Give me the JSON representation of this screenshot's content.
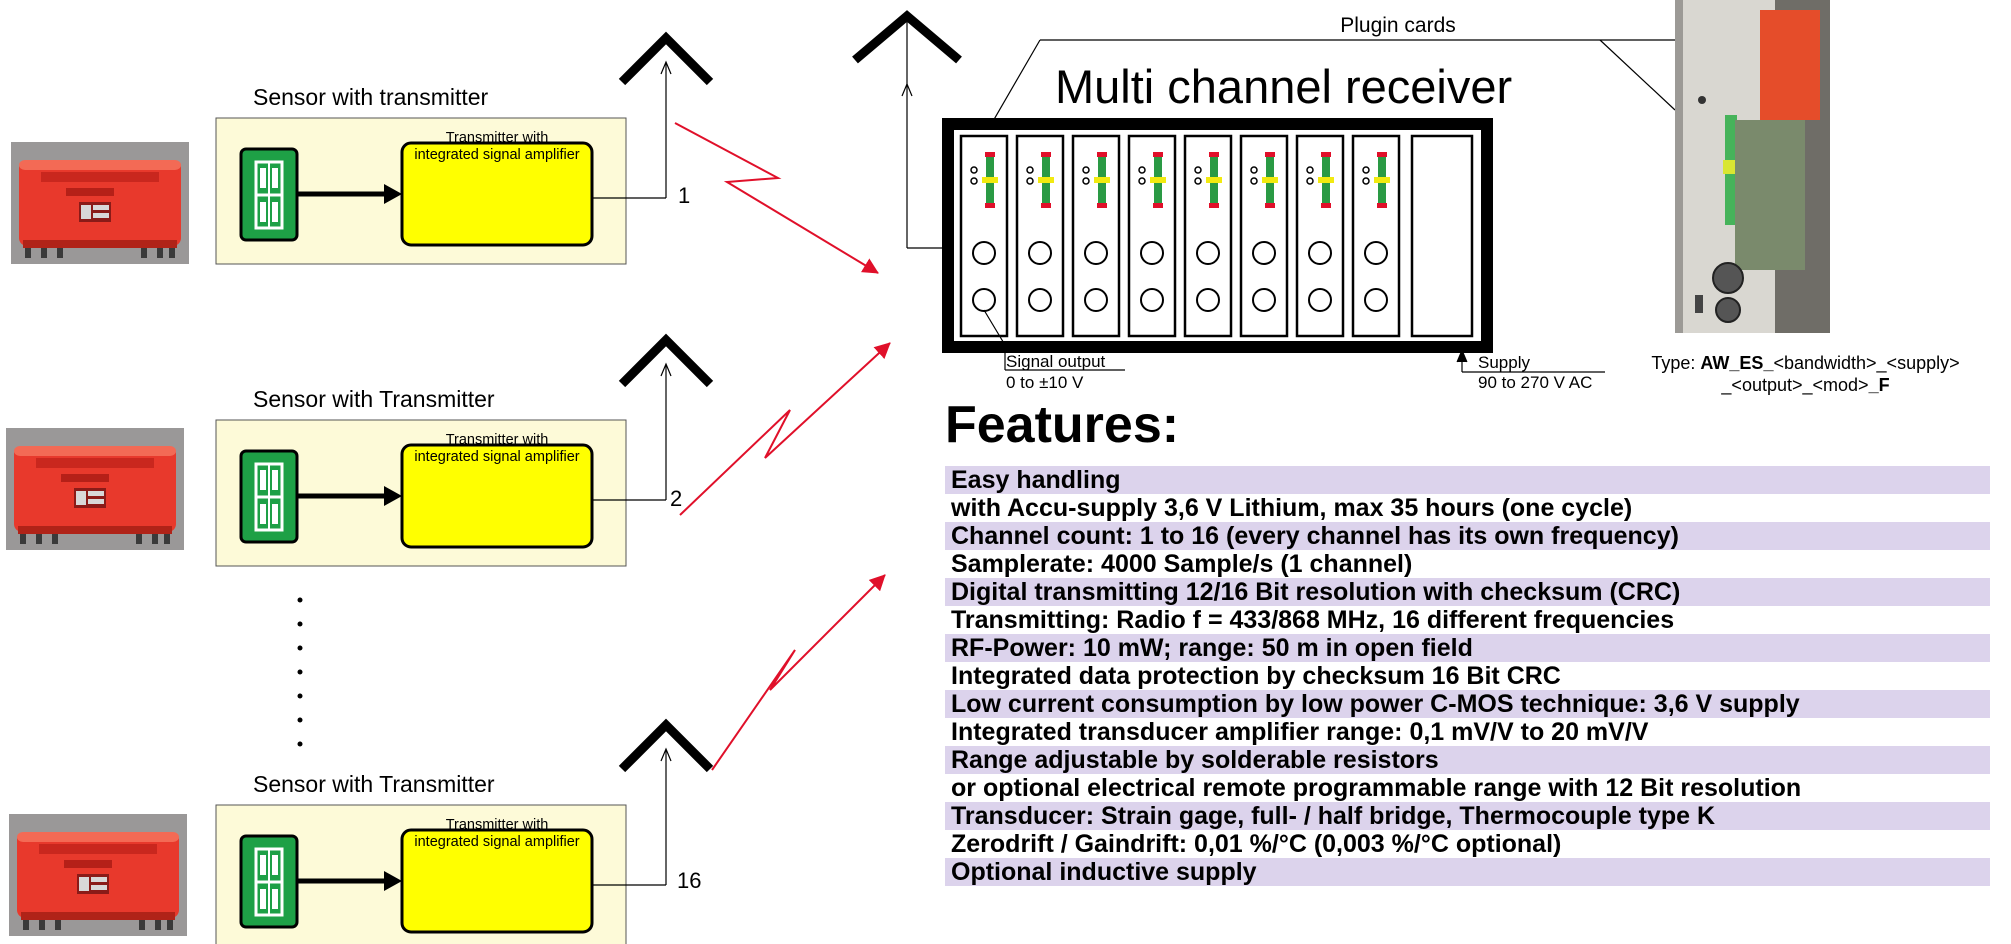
{
  "plugin_cards_label": "Plugin cards",
  "receiver_title": "Multi channel receiver",
  "signal_output_label": "Signal output",
  "signal_output_range": "0 to ±10 V",
  "supply_label": "Supply",
  "supply_range": "90 to 270 V AC",
  "type_code": {
    "prefix": "Type: ",
    "part1": "AW_ES_",
    "part2": "<bandwidth>_<supply>",
    "part3": "_<output>_<mod>",
    "part4": "_F"
  },
  "transmitters": [
    {
      "title": "Sensor with transmitter",
      "box_label_line1": "Transmitter with",
      "box_label_line2": "integrated signal amplifier",
      "channel": "1"
    },
    {
      "title": "Sensor with Transmitter",
      "box_label_line1": "Transmitter with",
      "box_label_line2": "integrated signal amplifier",
      "channel": "2"
    },
    {
      "title": "Sensor with Transmitter",
      "box_label_line1": "Transmitter with",
      "box_label_line2": "integrated signal amplifier",
      "channel": "16"
    }
  ],
  "features_title": "Features:",
  "features": [
    "Easy handling",
    "with Accu-supply 3,6 V Lithium, max 35 hours (one cycle)",
    "Channel count: 1 to 16 (every channel has its own frequency)",
    "Samplerate: 4000 Sample/s  (1 channel)",
    "Digital transmitting  12/16 Bit resolution with checksum (CRC)",
    "Transmitting: Radio  f = 433/868 MHz, 16 different frequencies",
    "RF-Power: 10 mW;  range: 50 m in open field",
    "Integrated data protection by checksum 16 Bit CRC",
    "Low current consumption by low power C-MOS technique: 3,6 V supply",
    "Integrated transducer amplifier range: 0,1 mV/V to 20 mV/V",
    "Range adjustable by solderable resistors",
    "or optional electrical remote programmable range with 12 Bit resolution",
    "Transducer: Strain gage, full- / half bridge, Thermocouple type K",
    "Zerodrift / Gaindrift: 0,01 %/°C (0,003 %/°C optional)",
    "Optional inductive supply"
  ],
  "colors": {
    "sensor_body": "#e8392c",
    "panel_bg": "#fdfad8",
    "amplifier_box": "#ffff00",
    "bridge_box": "#1ea046",
    "radio_link": "#e0102a",
    "highlight_row": "#dcd3ec"
  }
}
